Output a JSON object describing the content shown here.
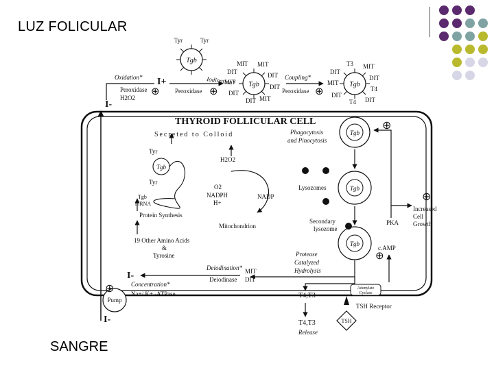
{
  "slide": {
    "title": "LUZ FOLICULAR",
    "footer": "SANGRE",
    "dot_colors": {
      "purple": "#5b2a6e",
      "teal": "#7fa3a3",
      "olive": "#b9b92e",
      "lavender": "#d6d6e6"
    }
  },
  "diagram": {
    "cell_title": "THYROID FOLLICULAR CELL",
    "secreted": "Secreted to Colloid",
    "tgb": "Tgb",
    "tyr": "Tyr",
    "mit": "MIT",
    "dit": "DIT",
    "t3": "T3",
    "t4": "T4",
    "oxidation": "Oxidation*",
    "iodination": "Iodination*",
    "coupling": "Coupling*",
    "peroxidase": "Peroxidase",
    "h2o2": "H2O2",
    "iodine_plus": "I+",
    "iodide": "I-",
    "phago_1": "Phagocytosis",
    "phago_2": "and Pinocytosis",
    "lysozomes": "Lysozomes",
    "secondary_1": "Secondary",
    "secondary_2": "lysozome",
    "protease_1": "Protease",
    "protease_2": "Catalyzed",
    "protease_3": "Hydrolysis",
    "tgb_mrna_1": "Tgb",
    "tgb_mrna_2": "mRNA",
    "protein_synthesis": "Protein Synthesis",
    "amino_1": "19 Other Amino Acids",
    "amino_2": "&",
    "amino_3": "Tyrosine",
    "o2": "O2",
    "nadph": "NADPH",
    "hplus": "H+",
    "nadp": "NADP",
    "mitochondrion": "Mitochondrion",
    "deiodination": "Deiodination*",
    "deiodinase": "Deiodinase",
    "concentration": "Concentration*",
    "atpase": "Na+/ K+ -ATPase",
    "pump": "Pump",
    "t4t3": "T4,T3",
    "release": "Release",
    "tsh": "TSH",
    "tsh_receptor": "TSH Receptor",
    "adenylate_1": "Adenylate",
    "adenylate_2": "Cyclase",
    "camp": "c.AMP",
    "pka": "PKA",
    "increased_1": "Increased",
    "increased_2": "Cell",
    "increased_3": "Growth",
    "plus": "⊕"
  }
}
